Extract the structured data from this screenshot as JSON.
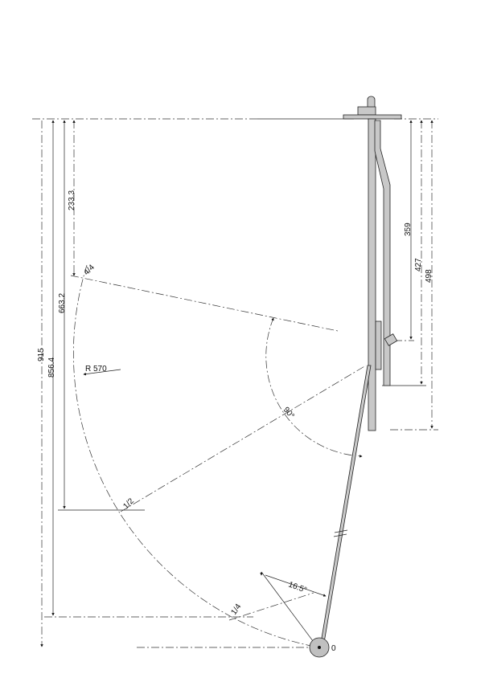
{
  "drawing": {
    "dimensions_left": {
      "d915": "915",
      "d856": "856.4",
      "d663": "663.2",
      "d233": "233.3"
    },
    "dimensions_right": {
      "d359": "359",
      "d427": "427",
      "d498": "498"
    },
    "radius_label": "R 570",
    "angle_main": "90°",
    "angle_small": "16.5°",
    "positions": {
      "full": "4/4",
      "half": "1/2",
      "quarter": "1/4",
      "zero": "0"
    }
  }
}
